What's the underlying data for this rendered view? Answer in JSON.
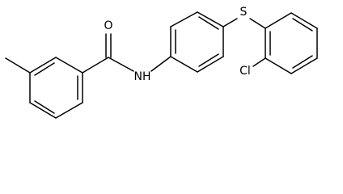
{
  "molecule": {
    "atoms": [
      {
        "id": "o",
        "label": "O"
      },
      {
        "id": "n",
        "label": "NH"
      },
      {
        "id": "s",
        "label": "S"
      },
      {
        "id": "cl",
        "label": "Cl"
      }
    ]
  }
}
